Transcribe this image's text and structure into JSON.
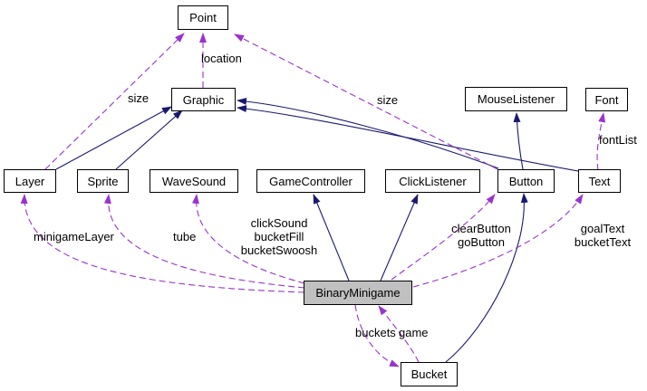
{
  "diagram": {
    "title": "BinaryMinigame collaboration diagram",
    "type": "class-collaboration-diagram",
    "colors": {
      "inheritance_edge": "#191970",
      "usage_edge": "#9a32cd",
      "node_fill": "#ffffff",
      "highlight_node_fill": "#c0c0c0",
      "node_border": "#000000",
      "background": "#ffffff"
    },
    "nodes": [
      {
        "id": "point",
        "label": "Point",
        "highlighted": false
      },
      {
        "id": "graphic",
        "label": "Graphic",
        "highlighted": false
      },
      {
        "id": "mouselistener",
        "label": "MouseListener",
        "highlighted": false
      },
      {
        "id": "font",
        "label": "Font",
        "highlighted": false
      },
      {
        "id": "layer",
        "label": "Layer",
        "highlighted": false
      },
      {
        "id": "sprite",
        "label": "Sprite",
        "highlighted": false
      },
      {
        "id": "wavesound",
        "label": "WaveSound",
        "highlighted": false
      },
      {
        "id": "gamecontroller",
        "label": "GameController",
        "highlighted": false
      },
      {
        "id": "clicklistener",
        "label": "ClickListener",
        "highlighted": false
      },
      {
        "id": "button",
        "label": "Button",
        "highlighted": false
      },
      {
        "id": "text",
        "label": "Text",
        "highlighted": false
      },
      {
        "id": "binaryminigame",
        "label": "BinaryMinigame",
        "highlighted": true
      },
      {
        "id": "bucket",
        "label": "Bucket",
        "highlighted": false
      }
    ],
    "edge_labels": {
      "location": "location",
      "size_left": "size",
      "size_right": "size",
      "fontList": "fontList",
      "minigameLayer": "minigameLayer",
      "tube": "tube",
      "sounds": "clickSound\nbucketFill\nbucketSwoosh",
      "buttons": "clearButton\ngoButton",
      "texts": "goalText\nbucketText",
      "buckets": "buckets",
      "game": "game"
    },
    "edges": [
      {
        "from": "Graphic",
        "to": "Point",
        "style": "dashed",
        "label": "location"
      },
      {
        "from": "Layer",
        "to": "Point",
        "style": "dashed",
        "label": "size"
      },
      {
        "from": "Button",
        "to": "Point",
        "style": "dashed",
        "label": "size"
      },
      {
        "from": "Layer",
        "to": "Graphic",
        "style": "solid",
        "label": ""
      },
      {
        "from": "Sprite",
        "to": "Graphic",
        "style": "solid",
        "label": ""
      },
      {
        "from": "Button",
        "to": "Graphic",
        "style": "solid",
        "label": ""
      },
      {
        "from": "Text",
        "to": "Graphic",
        "style": "solid",
        "label": ""
      },
      {
        "from": "Button",
        "to": "MouseListener",
        "style": "solid",
        "label": ""
      },
      {
        "from": "Text",
        "to": "Font",
        "style": "dashed",
        "label": "fontList"
      },
      {
        "from": "BinaryMinigame",
        "to": "Layer",
        "style": "dashed",
        "label": "minigameLayer"
      },
      {
        "from": "BinaryMinigame",
        "to": "Sprite",
        "style": "dashed",
        "label": "tube"
      },
      {
        "from": "BinaryMinigame",
        "to": "WaveSound",
        "style": "dashed",
        "label": "clickSound bucketFill bucketSwoosh"
      },
      {
        "from": "BinaryMinigame",
        "to": "GameController",
        "style": "solid",
        "label": ""
      },
      {
        "from": "BinaryMinigame",
        "to": "ClickListener",
        "style": "solid",
        "label": ""
      },
      {
        "from": "BinaryMinigame",
        "to": "Button",
        "style": "dashed",
        "label": "clearButton goButton"
      },
      {
        "from": "BinaryMinigame",
        "to": "Text",
        "style": "dashed",
        "label": "goalText bucketText"
      },
      {
        "from": "BinaryMinigame",
        "to": "Bucket",
        "style": "dashed",
        "label": "buckets"
      },
      {
        "from": "Bucket",
        "to": "BinaryMinigame",
        "style": "dashed",
        "label": "game"
      },
      {
        "from": "Bucket",
        "to": "Button",
        "style": "solid",
        "label": ""
      }
    ]
  }
}
